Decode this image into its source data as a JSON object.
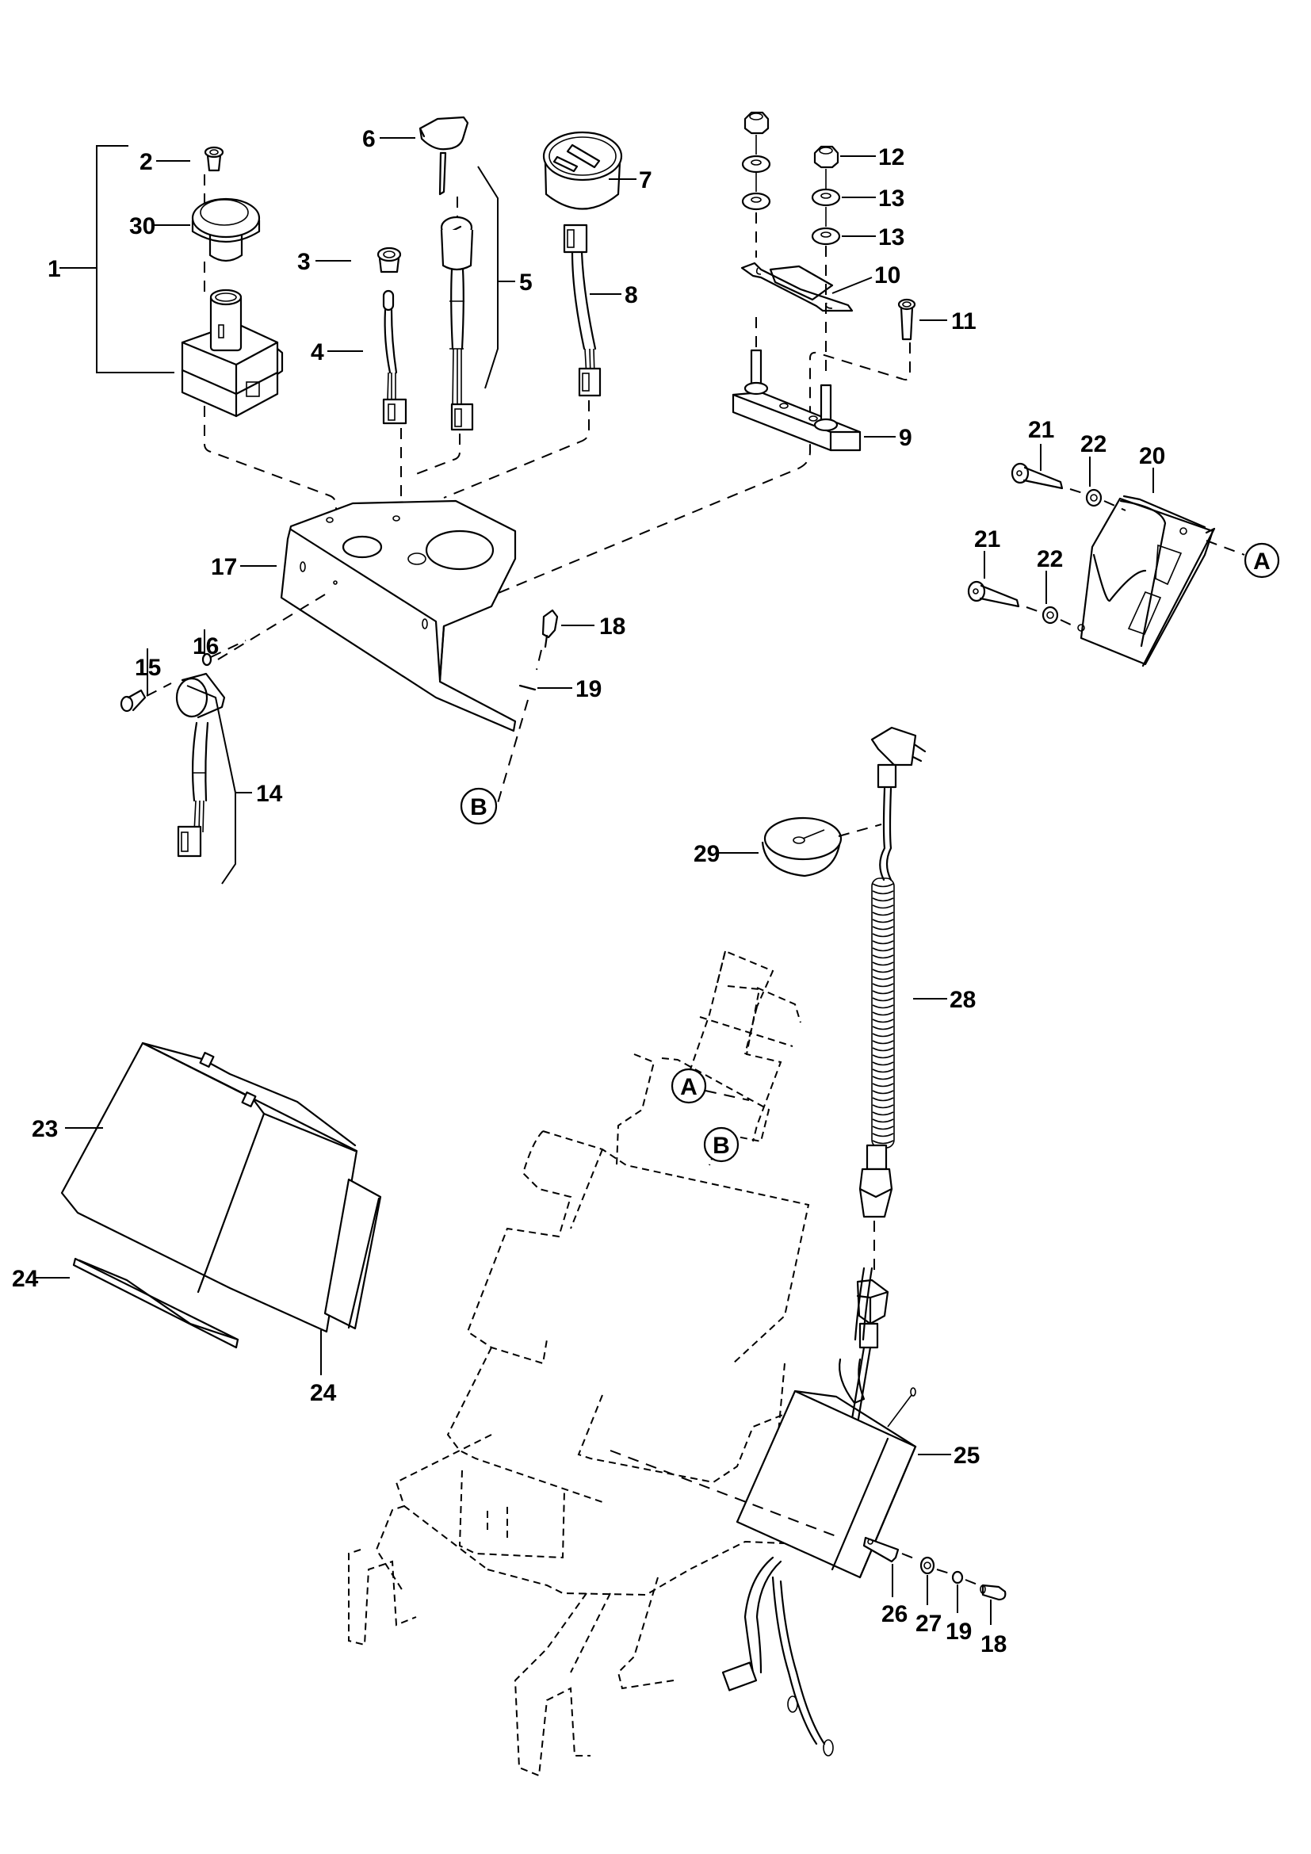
{
  "diagram": {
    "type": "exploded-parts-view",
    "background": "#ffffff",
    "line_color": "#000000",
    "callouts": [
      {
        "id": "1",
        "label": "1",
        "part": "switch-assembly"
      },
      {
        "id": "2",
        "label": "2",
        "part": "screw-top"
      },
      {
        "id": "3",
        "label": "3",
        "part": "bushing"
      },
      {
        "id": "4",
        "label": "4",
        "part": "indicator-harness"
      },
      {
        "id": "5",
        "label": "5",
        "part": "key-switch-assembly"
      },
      {
        "id": "6",
        "label": "6",
        "part": "key"
      },
      {
        "id": "7",
        "label": "7",
        "part": "battery-indicator-gauge"
      },
      {
        "id": "8",
        "label": "8",
        "part": "gauge-harness"
      },
      {
        "id": "9",
        "label": "9",
        "part": "terminal-block"
      },
      {
        "id": "10",
        "label": "10",
        "part": "fuse"
      },
      {
        "id": "11",
        "label": "11",
        "part": "screw"
      },
      {
        "id": "12",
        "label": "12",
        "part": "nut"
      },
      {
        "id": "13a",
        "label": "13",
        "part": "washer"
      },
      {
        "id": "13b",
        "label": "13",
        "part": "washer"
      },
      {
        "id": "14",
        "label": "14",
        "part": "sensor-harness"
      },
      {
        "id": "15",
        "label": "15",
        "part": "screw"
      },
      {
        "id": "16",
        "label": "16",
        "part": "washer"
      },
      {
        "id": "17",
        "label": "17",
        "part": "mounting-bracket"
      },
      {
        "id": "18a",
        "label": "18",
        "part": "screw"
      },
      {
        "id": "19a",
        "label": "19",
        "part": "washer"
      },
      {
        "id": "20",
        "label": "20",
        "part": "controller"
      },
      {
        "id": "21a",
        "label": "21",
        "part": "bolt"
      },
      {
        "id": "22a",
        "label": "22",
        "part": "washer"
      },
      {
        "id": "21b",
        "label": "21",
        "part": "bolt"
      },
      {
        "id": "22b",
        "label": "22",
        "part": "washer"
      },
      {
        "id": "23",
        "label": "23",
        "part": "cover"
      },
      {
        "id": "24a",
        "label": "24",
        "part": "trim-strip"
      },
      {
        "id": "24b",
        "label": "24",
        "part": "trim-strip"
      },
      {
        "id": "25",
        "label": "25",
        "part": "charger"
      },
      {
        "id": "26",
        "label": "26",
        "part": "bracket-clip"
      },
      {
        "id": "27",
        "label": "27",
        "part": "washer"
      },
      {
        "id": "19b",
        "label": "19",
        "part": "washer"
      },
      {
        "id": "18b",
        "label": "18",
        "part": "screw"
      },
      {
        "id": "28",
        "label": "28",
        "part": "coiled-power-cord"
      },
      {
        "id": "29",
        "label": "29",
        "part": "cord-cap"
      },
      {
        "id": "30",
        "label": "30",
        "part": "knob"
      }
    ],
    "references": [
      {
        "id": "A-controller",
        "label": "A"
      },
      {
        "id": "B-bracket",
        "label": "B"
      },
      {
        "id": "A-column",
        "label": "A"
      },
      {
        "id": "B-column",
        "label": "B"
      }
    ]
  }
}
